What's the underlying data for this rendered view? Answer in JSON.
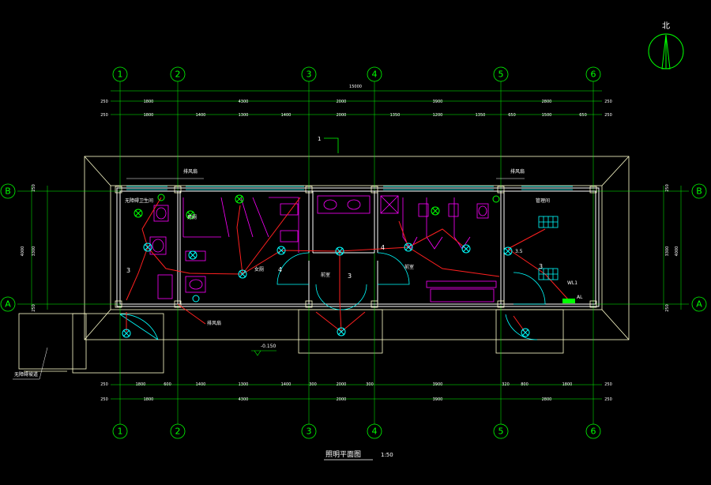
{
  "drawing": {
    "title": "照明平面图",
    "scale": "1:50",
    "north_label": "北",
    "level_label": "-0.150",
    "colors": {
      "background": "#000000",
      "axis": "#00ff00",
      "wall": "#ffffff",
      "fixture": "#ff00ff",
      "wiring": "#ff0000",
      "light": "#00ffff",
      "outline": "#ffff00"
    }
  },
  "axes": {
    "vertical": [
      "1",
      "2",
      "3",
      "4",
      "5",
      "6"
    ],
    "horizontal": [
      "A",
      "B"
    ]
  },
  "dimensions": {
    "top_total": "15000",
    "top_row1": [
      "250",
      "1800",
      "4300",
      "2000",
      "3900",
      "2800",
      "250"
    ],
    "top_row2": [
      "250",
      "1800",
      "1400",
      "1300",
      "1400",
      "2000",
      "1350",
      "1200",
      "1350",
      "650",
      "1500",
      "650",
      "250"
    ],
    "bottom_row1": [
      "250",
      "1800",
      "600",
      "1400",
      "1300",
      "1400",
      "300",
      "2000",
      "300",
      "3900",
      "320",
      "800",
      "1800",
      "250"
    ],
    "bottom_row2": [
      "250",
      "1800",
      "4300",
      "2000",
      "3900",
      "2800",
      "250"
    ],
    "side_left": [
      "250",
      "3300",
      "250",
      "4000"
    ],
    "side_right": [
      "250",
      "3300",
      "250",
      "4000"
    ]
  },
  "labels": {
    "callout_1": "1",
    "circuit_left": "3",
    "circuit_mid": "3",
    "circuit_right": "3",
    "circuit_4a": "4",
    "circuit_4b": "4",
    "panel_label": "WL1",
    "panel_note": "AL",
    "room_left_top": "无障碍卫生间",
    "room_left_mid": "男厕",
    "room_mid": "女厕",
    "room_hall_left": "前室",
    "room_hall_right": "前室",
    "room_right": "管理间",
    "left_tag": "排风扇",
    "right_tag": "排风扇",
    "bottom_tag": "排风扇",
    "outside_tag": "无障碍坡道",
    "fan_note": "3.5"
  }
}
